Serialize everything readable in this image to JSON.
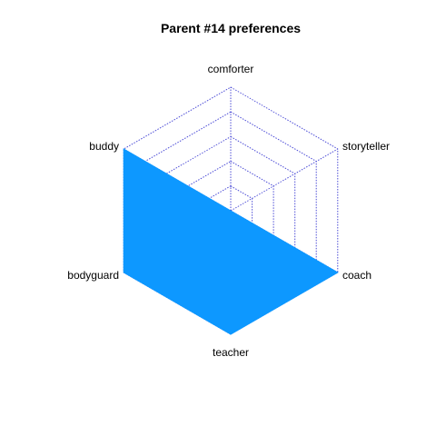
{
  "chart_data": {
    "type": "radar",
    "title": "Parent #14 preferences",
    "axes": [
      "comforter",
      "storyteller",
      "coach",
      "teacher",
      "bodyguard",
      "buddy"
    ],
    "series": [
      {
        "values": [
          0,
          0,
          1,
          1,
          1,
          1
        ],
        "color": "#0d98ff"
      }
    ],
    "range": [
      0,
      1
    ],
    "grid_levels": 5,
    "grid_color": "#4b4bd6"
  }
}
